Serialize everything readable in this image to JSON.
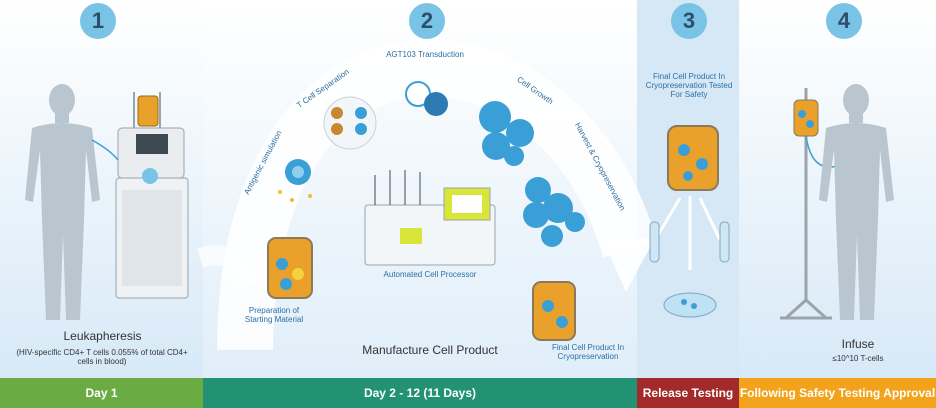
{
  "steps": [
    {
      "number": "1",
      "title": "Leukapheresis",
      "subtitle": "(HIV-specific CD4+ T cells 0.055% of total CD4+ cells in blood)",
      "footer": "Day 1",
      "footer_color": "#6aac43"
    },
    {
      "number": "2",
      "title": "Manufacture Cell Product",
      "footer": "Day 2 - 12 (11 Days)",
      "footer_color": "#239174"
    },
    {
      "number": "3",
      "title": "Final Cell Product In Cryopreservation Tested For Safety",
      "footer": "Release Testing",
      "footer_color": "#a22a2a"
    },
    {
      "number": "4",
      "title": "Infuse",
      "subtitle": "≤10^10 T-cells",
      "footer": "Following Safety Testing Approval",
      "footer_color": "#f2a31b"
    }
  ],
  "process": {
    "preparation": "Preparation of Starting Material",
    "antigenic": "Antigenic simulation",
    "separation": "T Cell Separation",
    "transduction": "AGT103 Transduction",
    "growth": "Cell Growth",
    "harvest": "Harvest & Cryopreservation",
    "processor": "Automated Cell Processor",
    "final": "Final Cell Product In Cryopreservation"
  },
  "colors": {
    "accent": "#79c3e6",
    "cells": "#3a9fd6",
    "bag_fluid": "#e9a12c",
    "device": "#d8e63a"
  },
  "icons": [
    "human-body-icon",
    "apheresis-machine-icon",
    "blood-bag-icon",
    "cell-cluster-icon",
    "virus-icon",
    "petri-dish-icon",
    "test-tube-icon",
    "iv-stand-icon"
  ]
}
